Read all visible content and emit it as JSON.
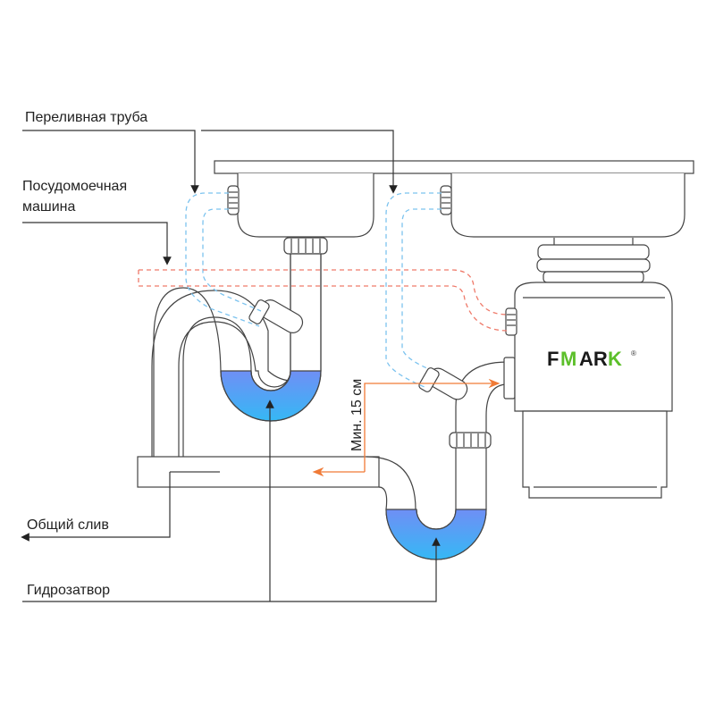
{
  "labels": {
    "overflow_pipe": "Переливная труба",
    "dishwasher_line1": "Посудомоечная",
    "dishwasher_line2": "машина",
    "common_drain": "Общий слив",
    "water_seal": "Гидрозатвор",
    "min_height": "Мин. 15 см"
  },
  "brand": {
    "logo_black_part1": "F",
    "logo_green_part": "M",
    "logo_black_part2": "AR",
    "logo_green_part2": "K",
    "registered_mark": "®"
  },
  "colors": {
    "overflow_hose": "#7cc3ef",
    "dishwasher_hose": "#ef7a6a",
    "dimension_arrow": "#f07a36",
    "water_top": "#6f8ff5",
    "water_bottom": "#35b8f5",
    "logo_green": "#5cbf2a",
    "logo_black": "#1a1a1a",
    "outline": "#444444"
  }
}
